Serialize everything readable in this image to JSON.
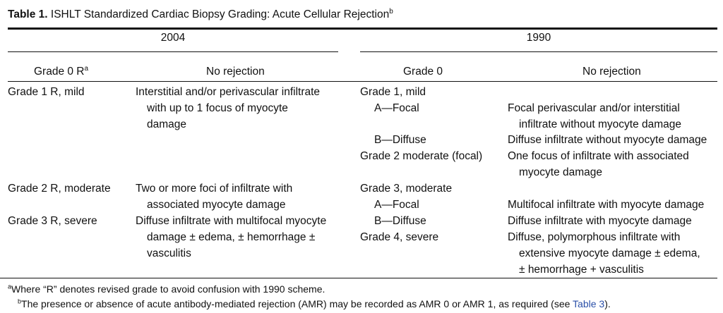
{
  "caption": {
    "label": "Table 1.",
    "title": "ISHLT Standardized Cardiac Biopsy Grading: Acute Cellular Rejection",
    "sup": "b"
  },
  "years": {
    "left": "2004",
    "right": "1990"
  },
  "header": {
    "grade2004": "Grade 0 R",
    "grade2004_sup": "a",
    "desc2004": "No rejection",
    "grade1990": "Grade 0",
    "desc1990": "No rejection"
  },
  "left_rows": [
    {
      "grade": "Grade 1 R, mild",
      "desc": [
        "Interstitial and/or perivascular infiltrate",
        "with up to 1 focus of myocyte",
        "damage"
      ]
    },
    {
      "grade": "Grade 2 R, moderate",
      "desc": [
        "Two or more foci of infiltrate with",
        "associated myocyte damage"
      ]
    },
    {
      "grade": "Grade 3 R, severe",
      "desc": [
        "Diffuse infiltrate with multifocal myocyte",
        "damage ± edema, ± hemorrhage ±",
        "vasculitis"
      ]
    }
  ],
  "right_rows": [
    {
      "grade": "Grade 1, mild",
      "desc": []
    },
    {
      "grade": "A—Focal",
      "indent": true,
      "desc": [
        "Focal perivascular and/or interstitial",
        "infiltrate without myocyte damage"
      ]
    },
    {
      "grade": "B—Diffuse",
      "indent": true,
      "desc": [
        "Diffuse infiltrate without myocyte damage"
      ]
    },
    {
      "grade": "Grade 2 moderate (focal)",
      "desc": [
        "One focus of infiltrate with associated",
        "myocyte damage"
      ]
    },
    {
      "grade": "Grade 3, moderate",
      "desc": []
    },
    {
      "grade": "A—Focal",
      "indent": true,
      "desc": [
        "Multifocal infiltrate with myocyte damage"
      ]
    },
    {
      "grade": "B—Diffuse",
      "indent": true,
      "desc": [
        "Diffuse infiltrate with myocyte damage"
      ]
    },
    {
      "grade": "Grade 4, severe",
      "desc": [
        "Diffuse, polymorphous infiltrate with",
        "extensive myocyte damage ± edema,",
        "± hemorrhage + vasculitis"
      ]
    }
  ],
  "footnotes": {
    "a_mark": "a",
    "a_text": "Where “R” denotes revised grade to avoid confusion with 1990 scheme.",
    "b_mark": "b",
    "b_text": "The presence or absence of acute antibody-mediated rejection (AMR) may be recorded as AMR 0 or AMR 1, as required (see ",
    "b_link": "Table 3",
    "b_end": ")."
  }
}
